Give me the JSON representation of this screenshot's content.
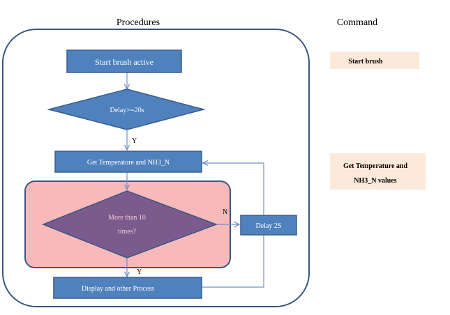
{
  "headings": {
    "procedures": "Procedures",
    "command": "Command"
  },
  "nodes": {
    "start": "Start brush active",
    "delay_check": "Delay>=20s",
    "get_values": "Get Temperature and NH3_N",
    "loop_check_line1": "More than 10",
    "loop_check_line2": "times?",
    "delay2": "Delay 2S",
    "display": "Display and other Process"
  },
  "edge_labels": {
    "yes_after_delay": "Y",
    "no_loop": "N",
    "yes_loop": "Y"
  },
  "commands": {
    "start_brush": "Start brush",
    "get_values_line1": "Get Temperature and",
    "get_values_line2": "NH3_N values"
  },
  "colors": {
    "node_fill": "#4f81bd",
    "node_stroke": "#385d8a",
    "arrow": "#6d93c6",
    "outer_border": "#3a5680",
    "highlight_fill": "#f7b9b9",
    "highlight_stroke": "#3a5680",
    "loop_diamond_fill": "#7b5b8e",
    "loop_text": "#f4c9cf",
    "command_fill": "#fde9d9",
    "text_dark": "#000000",
    "text_light": "#ffffff"
  }
}
